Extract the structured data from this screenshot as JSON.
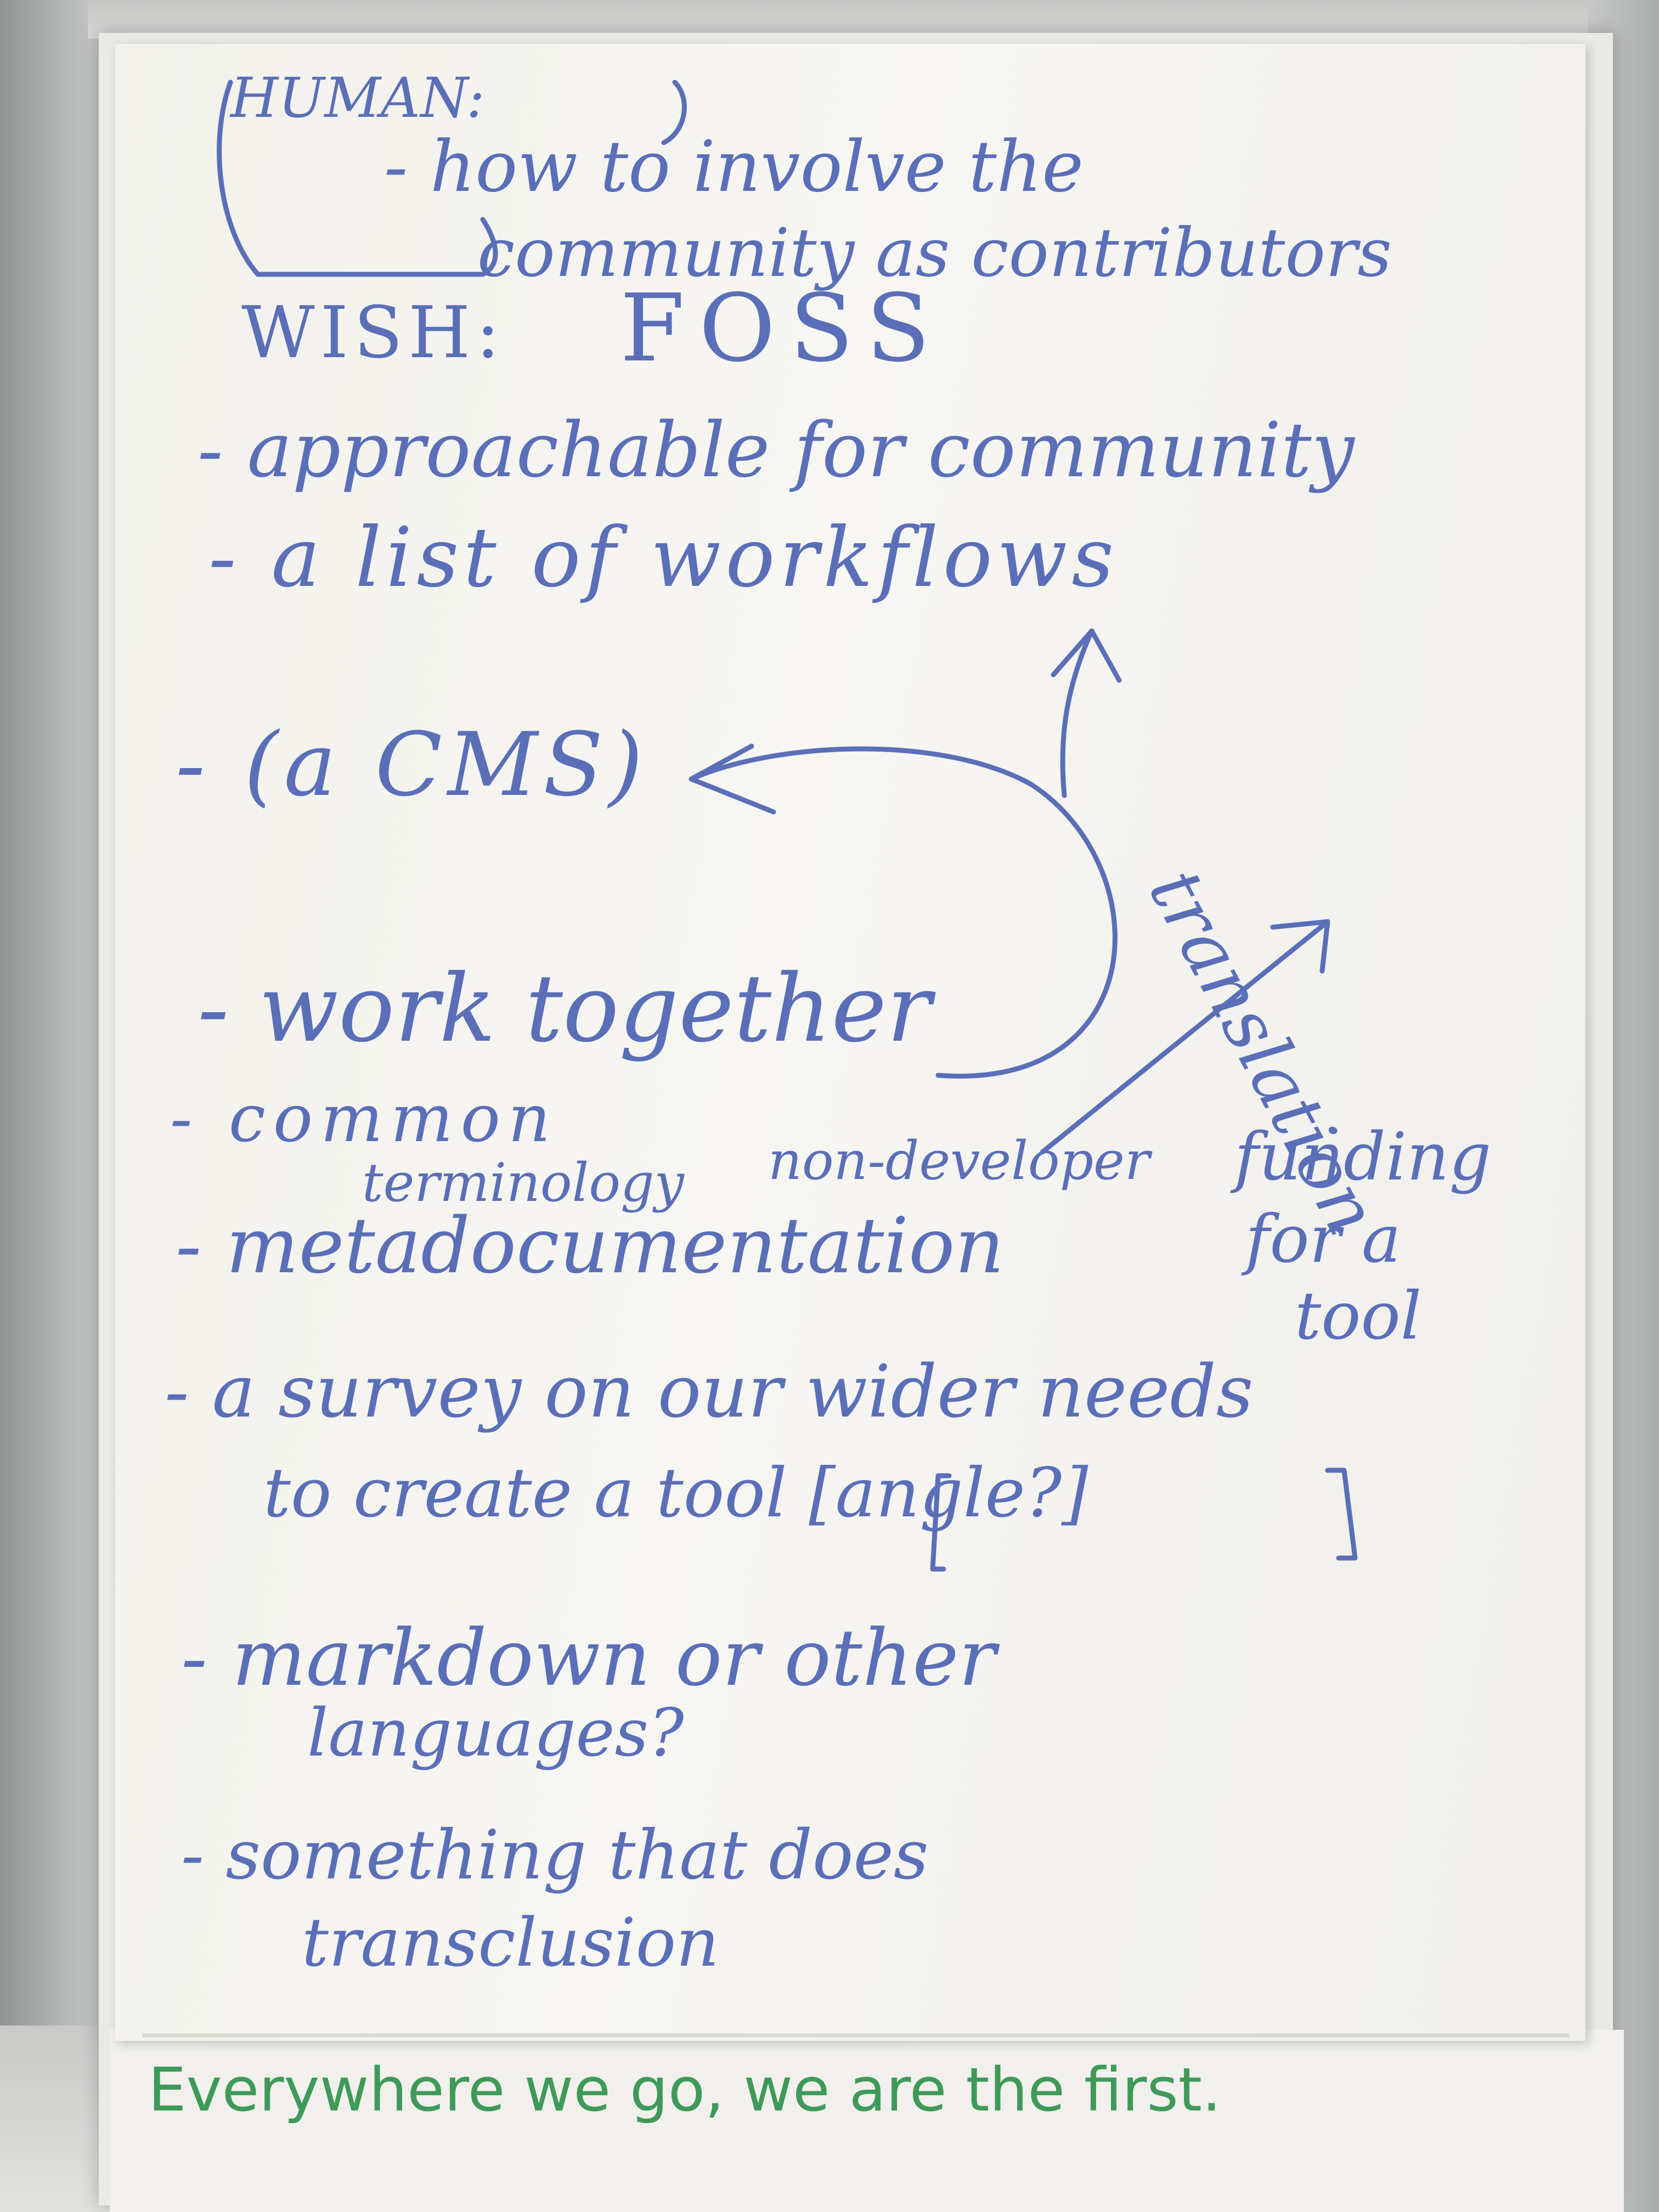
{
  "flipchart": {
    "header": {
      "label": "HUMAN:",
      "line1": "- how to involve the",
      "line2": "community as contributors"
    },
    "wish": {
      "label": "WISH:",
      "value": "FOSS"
    },
    "items": [
      "- approachable for community",
      "- a list of workflows",
      "- (a CMS)",
      "- work together",
      "- common",
      "terminology",
      "- metadocumentation",
      "- a survey on our wider needs",
      "to create a tool [angle?]",
      "- markdown or other",
      "languages?",
      "- something that does",
      "transclusion"
    ],
    "side_notes": {
      "translation": "translation",
      "non_developer": "non-developer",
      "funding_1": "funding",
      "funding_2": "for a",
      "funding_3": "tool"
    },
    "footer": "Everywhere we go, we are the first."
  },
  "colors": {
    "ink_blue": "#5a6fb8",
    "ink_green": "#3f9a5a",
    "paper": "#f4f3ef"
  }
}
